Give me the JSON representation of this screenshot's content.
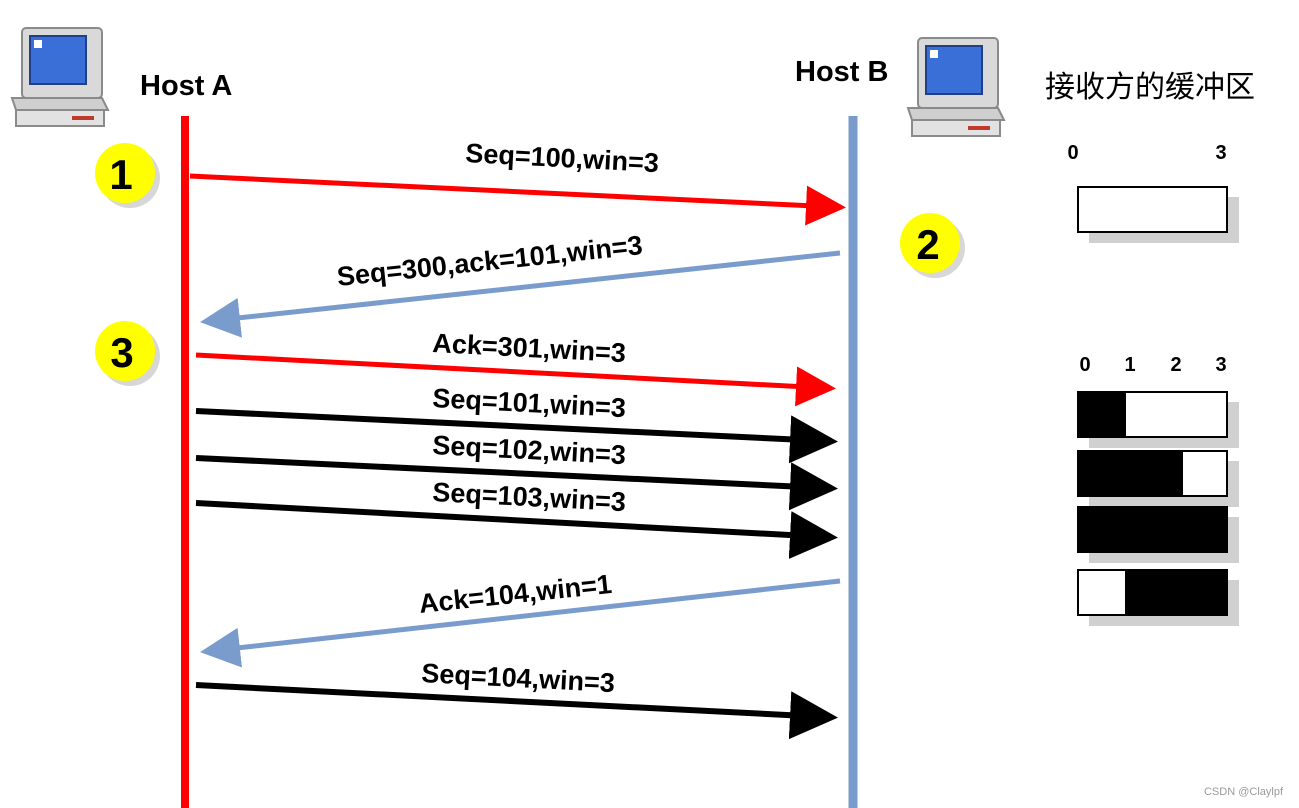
{
  "hosts": {
    "a": {
      "label": "Host A"
    },
    "b": {
      "label": "Host B"
    }
  },
  "buffer_title": "接收方的缓冲区",
  "steps": [
    "1",
    "2",
    "3"
  ],
  "messages": [
    {
      "label": "Seq=100,win=3"
    },
    {
      "label": "Seq=300,ack=101,win=3"
    },
    {
      "label": "Ack=301,win=3"
    },
    {
      "label": "Seq=101,win=3"
    },
    {
      "label": "Seq=102,win=3"
    },
    {
      "label": "Seq=103,win=3"
    },
    {
      "label": "Ack=104,win=1"
    },
    {
      "label": "Seq=104,win=3"
    }
  ],
  "buffer_scale_top": [
    "0",
    "3"
  ],
  "buffer_scale_bottom": [
    "0",
    "1",
    "2",
    "3"
  ],
  "watermark": "CSDN @Claylpf",
  "colors": {
    "host_a_line": "#ff0000",
    "host_b_line": "#7a9ccc",
    "red_arrow": "#ff0000",
    "blue_arrow": "#7a9ccc",
    "black_arrow": "#000000",
    "step_circle": "#ffff00"
  }
}
